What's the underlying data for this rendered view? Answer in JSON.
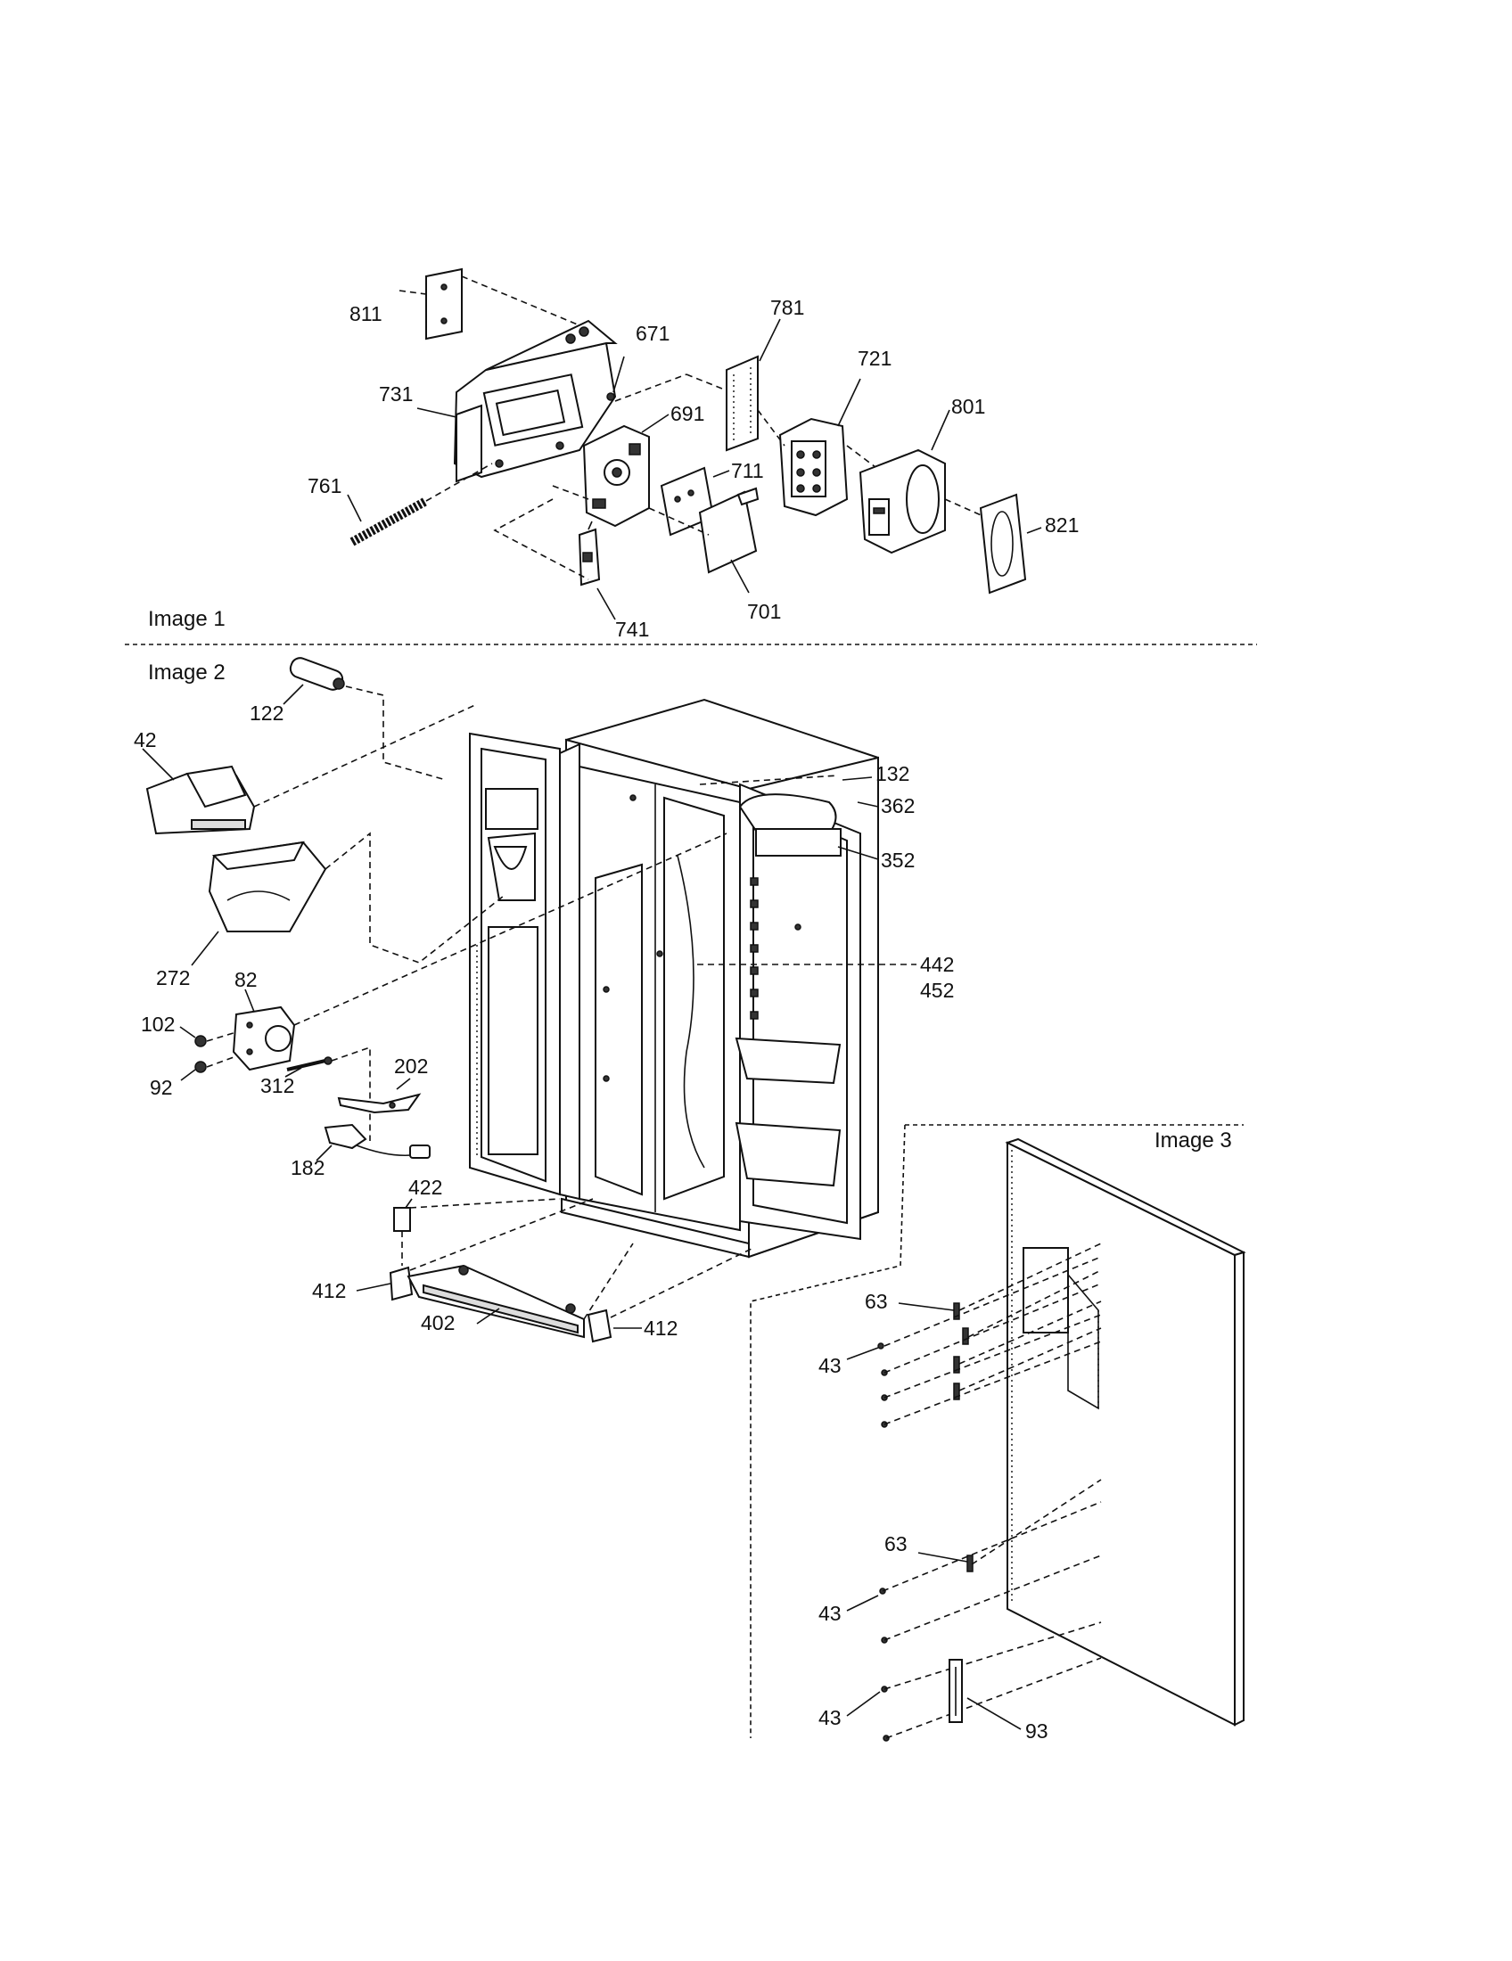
{
  "sections": {
    "image1": "Image 1",
    "image2": "Image 2",
    "image3": "Image 3"
  },
  "callouts": {
    "p811": "811",
    "p671": "671",
    "p781": "781",
    "p721": "721",
    "p731": "731",
    "p691": "691",
    "p801": "801",
    "p761": "761",
    "p711": "711",
    "p821": "821",
    "p741": "741",
    "p701": "701",
    "p122": "122",
    "p42": "42",
    "p272": "272",
    "p82": "82",
    "p102": "102",
    "p92": "92",
    "p312": "312",
    "p202": "202",
    "p182": "182",
    "p422": "422",
    "p412a": "412",
    "p402": "402",
    "p412b": "412",
    "p132": "132",
    "p362": "362",
    "p352": "352",
    "p442": "442",
    "p452": "452",
    "p63a": "63",
    "p43a": "43",
    "p63b": "63",
    "p43b": "43",
    "p43c": "43",
    "p93": "93"
  }
}
